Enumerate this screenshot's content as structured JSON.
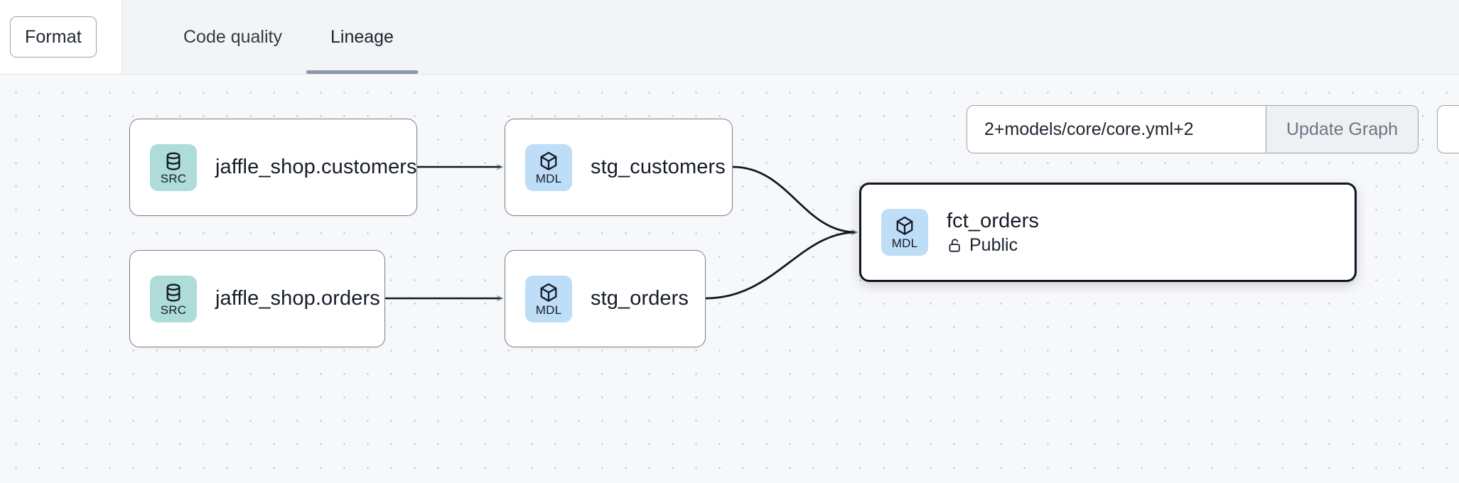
{
  "toolbar": {
    "format_label": "Format",
    "tabs": [
      {
        "id": "code-quality",
        "label": "Code quality",
        "active": false
      },
      {
        "id": "lineage",
        "label": "Lineage",
        "active": true
      }
    ]
  },
  "graph_controls": {
    "selector_value": "2+models/core/core.yml+2",
    "selector_placeholder": "2+models/core/core.yml+2",
    "update_button_label": "Update Graph"
  },
  "graph": {
    "nodes": [
      {
        "id": "jaffle_shop_customers",
        "title": "jaffle_shop.customers",
        "badge_label": "SRC",
        "badge_type": "src",
        "icon": "database-icon",
        "selected": false,
        "subtitle": null
      },
      {
        "id": "stg_customers",
        "title": "stg_customers",
        "badge_label": "MDL",
        "badge_type": "mdl",
        "icon": "cube-icon",
        "selected": false,
        "subtitle": null
      },
      {
        "id": "jaffle_shop_orders",
        "title": "jaffle_shop.orders",
        "badge_label": "SRC",
        "badge_type": "src",
        "icon": "database-icon",
        "selected": false,
        "subtitle": null
      },
      {
        "id": "stg_orders",
        "title": "stg_orders",
        "badge_label": "MDL",
        "badge_type": "mdl",
        "icon": "cube-icon",
        "selected": false,
        "subtitle": null
      },
      {
        "id": "fct_orders",
        "title": "fct_orders",
        "badge_label": "MDL",
        "badge_type": "mdl",
        "icon": "cube-icon",
        "selected": true,
        "subtitle": "Public",
        "subtitle_icon": "unlock-icon"
      }
    ],
    "edges": [
      {
        "from": "jaffle_shop_customers",
        "to": "stg_customers"
      },
      {
        "from": "jaffle_shop_orders",
        "to": "stg_orders"
      },
      {
        "from": "stg_customers",
        "to": "fct_orders"
      },
      {
        "from": "stg_orders",
        "to": "fct_orders"
      }
    ]
  },
  "colors": {
    "src_badge": "#aedcd8",
    "mdl_badge": "#beddf7",
    "canvas_bg": "#f7f8fa",
    "node_border": "#7a8291",
    "selected_border": "#10151f",
    "tab_underline": "#8c96a8"
  }
}
